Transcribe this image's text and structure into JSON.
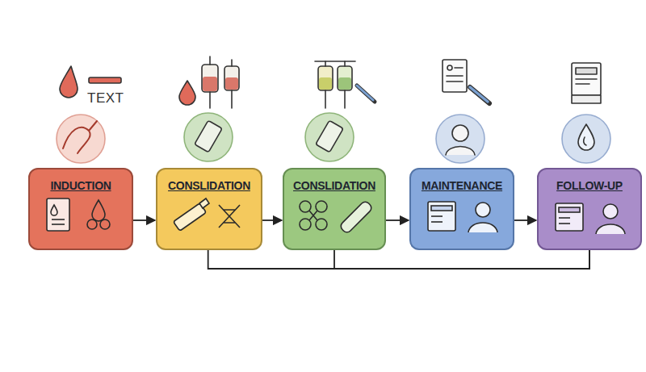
{
  "diagram": {
    "nodes": [
      {
        "text": [
          "INDUCTION"
        ]
      },
      {
        "text": [
          "CONSLIDATION"
        ]
      },
      {
        "text": [
          "CONSLIDATION"
        ]
      },
      {
        "text": [
          "MAINTENANCE"
        ]
      },
      {
        "text": [
          "FOLLOW-UP"
        ]
      }
    ],
    "edges": [
      {
        "from": 0,
        "to": 1,
        "arrow": "to"
      },
      {
        "from": 1,
        "to": 2,
        "arrow": "to"
      },
      {
        "from": 2,
        "to": 3,
        "arrow": "to"
      },
      {
        "from": 3,
        "to": 4,
        "arrow": "to"
      },
      {
        "from": 1,
        "to": 4,
        "arrow": "none"
      },
      {
        "from": 2,
        "to": 4,
        "arrow": "none"
      }
    ],
    "labels": [
      "TEXT"
    ]
  }
}
